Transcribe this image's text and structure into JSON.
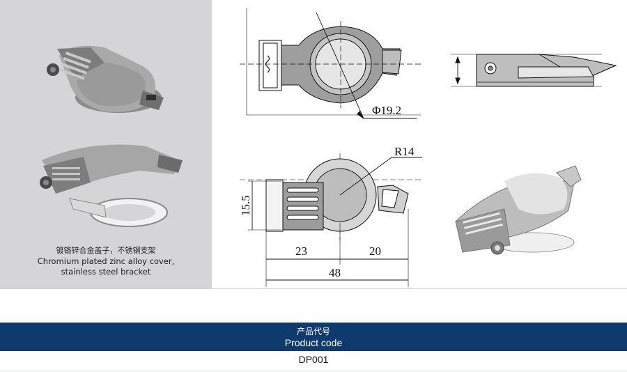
{
  "photo_caption": {
    "chinese": "镀铬锌合金盖子，不锈钢支架",
    "english_line1": "Chromium plated zinc alloy cover,",
    "english_line2": "stainless steel bracket"
  },
  "dimensions": {
    "diameter": "Φ19.2",
    "radius": "R14",
    "height": "15.5",
    "left_width": "23",
    "right_width": "20",
    "total_width": "48"
  },
  "footer": {
    "label_cn": "产品代号",
    "label_en": "Product code",
    "code": "DP001"
  },
  "colors": {
    "band": "#0f3a6e",
    "photo_bg": "#d5d5d8"
  }
}
